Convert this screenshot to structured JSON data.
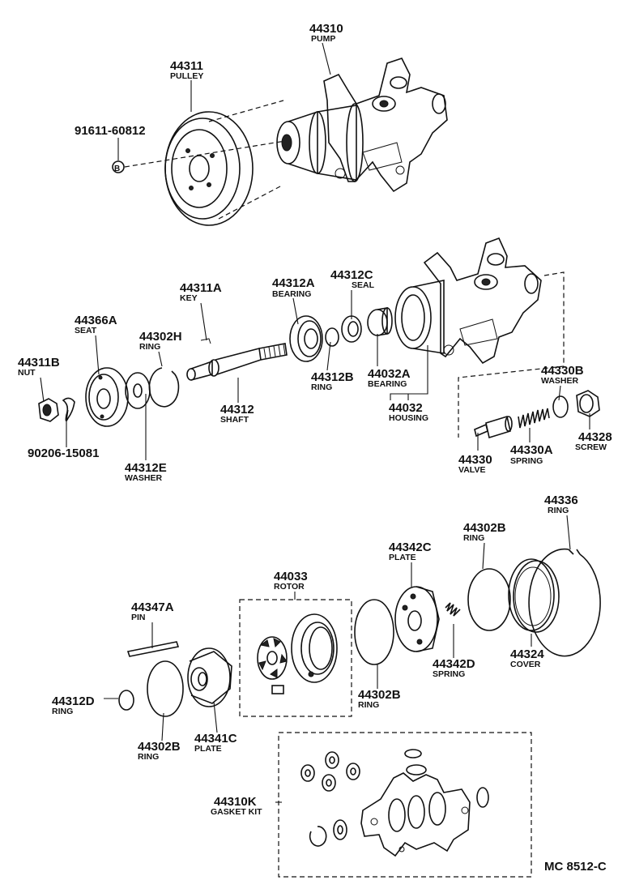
{
  "diagram_code": "MC 8512-C",
  "parts": [
    {
      "id": "p44310",
      "number": "44310",
      "name": "PUMP"
    },
    {
      "id": "p44311",
      "number": "44311",
      "name": "PULLEY"
    },
    {
      "id": "p91611",
      "number": "91611-60812",
      "name": ""
    },
    {
      "id": "p44311A",
      "number": "44311A",
      "name": "KEY"
    },
    {
      "id": "p44312A",
      "number": "44312A",
      "name": "BEARING"
    },
    {
      "id": "p44312C",
      "number": "44312C",
      "name": "SEAL"
    },
    {
      "id": "p44366A",
      "number": "44366A",
      "name": "SEAT"
    },
    {
      "id": "p44302H",
      "number": "44302H",
      "name": "RING"
    },
    {
      "id": "p44311B",
      "number": "44311B",
      "name": "NUT"
    },
    {
      "id": "p44312",
      "number": "44312",
      "name": "SHAFT"
    },
    {
      "id": "p44312B",
      "number": "44312B",
      "name": "RING"
    },
    {
      "id": "p44032A",
      "number": "44032A",
      "name": "BEARING"
    },
    {
      "id": "p44032",
      "number": "44032",
      "name": "HOUSING"
    },
    {
      "id": "p90206",
      "number": "90206-15081",
      "name": ""
    },
    {
      "id": "p44312E",
      "number": "44312E",
      "name": "WASHER"
    },
    {
      "id": "p44330B",
      "number": "44330B",
      "name": "WASHER"
    },
    {
      "id": "p44328",
      "number": "44328",
      "name": "SCREW"
    },
    {
      "id": "p44330",
      "number": "44330",
      "name": "VALVE"
    },
    {
      "id": "p44330A",
      "number": "44330A",
      "name": "SPRING"
    },
    {
      "id": "p44336",
      "number": "44336",
      "name": "RING"
    },
    {
      "id": "p44302B_a",
      "number": "44302B",
      "name": "RING"
    },
    {
      "id": "p44342C",
      "number": "44342C",
      "name": "PLATE"
    },
    {
      "id": "p44033",
      "number": "44033",
      "name": "ROTOR"
    },
    {
      "id": "p44347A",
      "number": "44347A",
      "name": "PIN"
    },
    {
      "id": "p44342D",
      "number": "44342D",
      "name": "SPRING"
    },
    {
      "id": "p44324",
      "number": "44324",
      "name": "COVER"
    },
    {
      "id": "p44302B_b",
      "number": "44302B",
      "name": "RING"
    },
    {
      "id": "p44312D",
      "number": "44312D",
      "name": "RING"
    },
    {
      "id": "p44341C",
      "number": "44341C",
      "name": "PLATE"
    },
    {
      "id": "p44302B_c",
      "number": "44302B",
      "name": "RING"
    },
    {
      "id": "p44310K",
      "number": "44310K",
      "name": "GASKET KIT"
    }
  ],
  "bolt_marker": "B"
}
